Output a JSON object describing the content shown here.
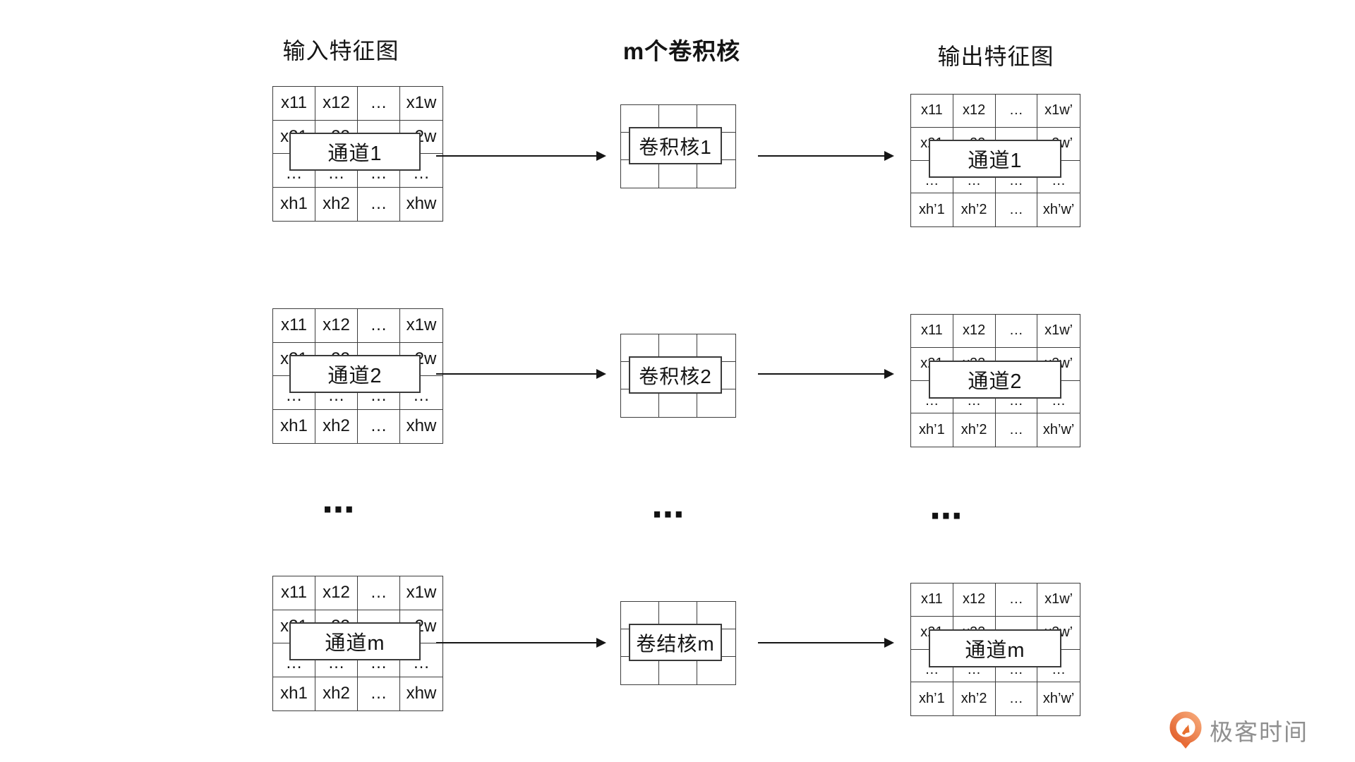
{
  "titles": {
    "input": "输入特征图",
    "kernels": "m个卷积核",
    "output": "输出特征图"
  },
  "between_rows_ellipsis": "⋯",
  "rows": [
    {
      "input_label": "通道1",
      "kernel_label": "卷积核1",
      "output_label": "通道1",
      "input_cells": [
        [
          "x11",
          "x12",
          "…",
          "x1w"
        ],
        [
          "x21",
          "x22",
          "",
          "x2w"
        ],
        [
          "…",
          "…",
          "…",
          "…"
        ],
        [
          "xh1",
          "xh2",
          "…",
          "xhw"
        ]
      ],
      "output_cells": [
        [
          "x11",
          "x12",
          "…",
          "x1w’"
        ],
        [
          "x21",
          "x22",
          "",
          "x2w’"
        ],
        [
          "…",
          "…",
          "…",
          "…"
        ],
        [
          "xh’1",
          "xh’2",
          "…",
          "xh’w’"
        ]
      ]
    },
    {
      "input_label": "通道2",
      "kernel_label": "卷积核2",
      "output_label": "通道2",
      "input_cells": [
        [
          "x11",
          "x12",
          "…",
          "x1w"
        ],
        [
          "x21",
          "x22",
          "",
          "x2w"
        ],
        [
          "…",
          "…",
          "…",
          "…"
        ],
        [
          "xh1",
          "xh2",
          "…",
          "xhw"
        ]
      ],
      "output_cells": [
        [
          "x11",
          "x12",
          "…",
          "x1w’"
        ],
        [
          "x21",
          "x22",
          "",
          "x2w’"
        ],
        [
          "…",
          "…",
          "…",
          "…"
        ],
        [
          "xh’1",
          "xh’2",
          "…",
          "xh’w’"
        ]
      ]
    },
    {
      "input_label": "通道m",
      "kernel_label": "卷结核m",
      "output_label": "通道m",
      "input_cells": [
        [
          "x11",
          "x12",
          "…",
          "x1w"
        ],
        [
          "x21",
          "x22",
          "",
          "x2w"
        ],
        [
          "…",
          "…",
          "…",
          "…"
        ],
        [
          "xh1",
          "xh2",
          "…",
          "xhw"
        ]
      ],
      "output_cells": [
        [
          "x11",
          "x12",
          "…",
          "x1w’"
        ],
        [
          "x21",
          "x22",
          "",
          "x2w’"
        ],
        [
          "…",
          "…",
          "…",
          "…"
        ],
        [
          "xh’1",
          "xh’2",
          "…",
          "xh’w’"
        ]
      ]
    }
  ],
  "logo": {
    "brand": "极客时间",
    "accent_color": "#ED7D4A",
    "text_color": "#8F8F8F"
  }
}
